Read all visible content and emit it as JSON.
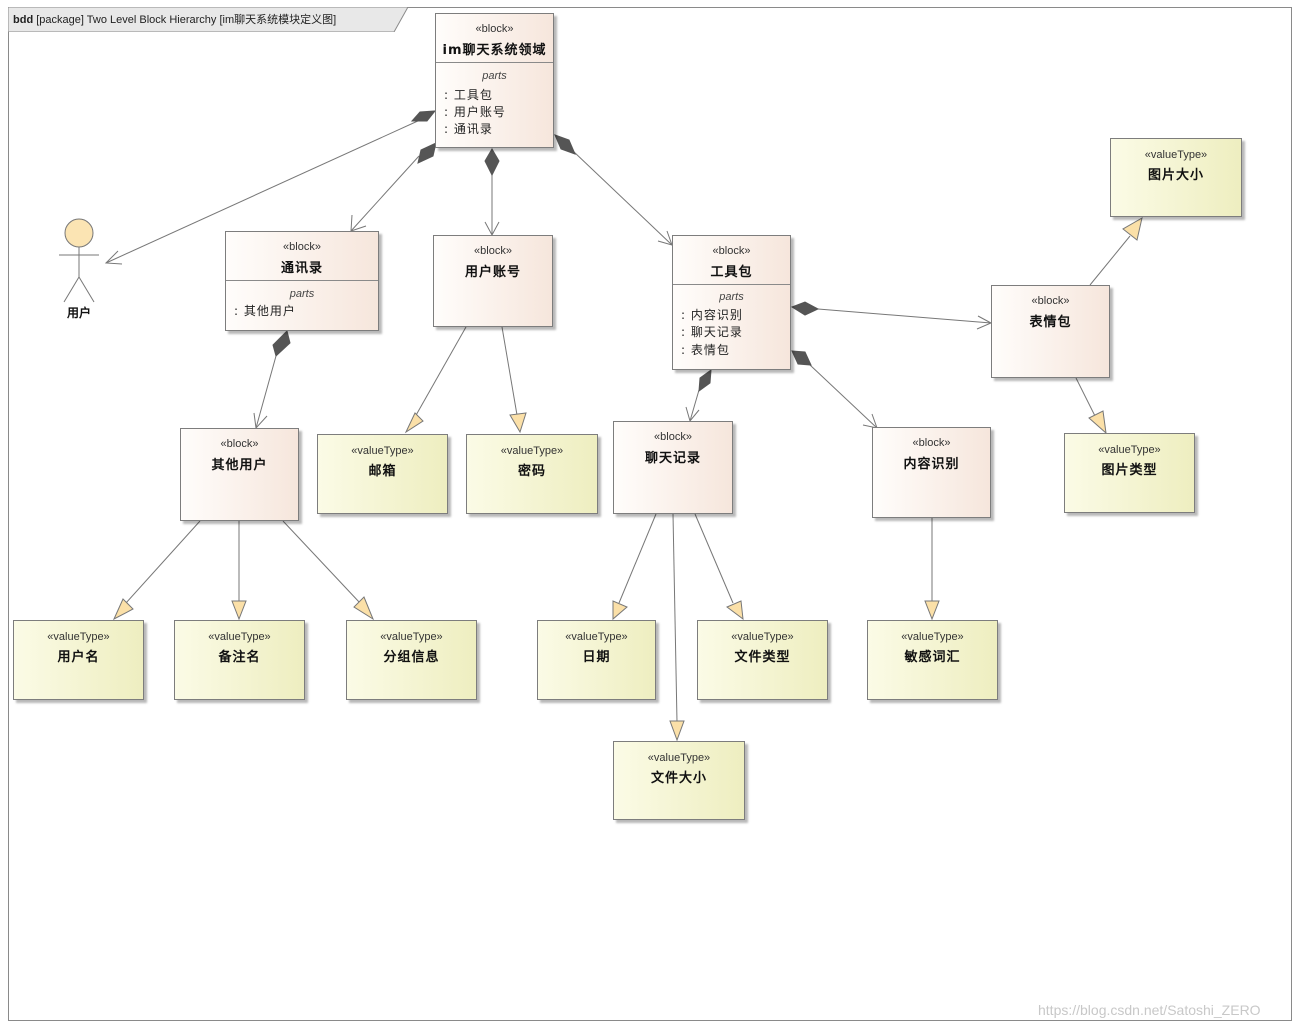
{
  "frame": {
    "kind": "bdd",
    "label": "[package] Two Level Block Hierarchy [im聊天系统模块定义图]"
  },
  "stereotypes": {
    "block": "«block»",
    "value_type": "«valueType»"
  },
  "parts_label": "parts",
  "actor": {
    "name": "用户"
  },
  "blocks": {
    "root": {
      "name": "im聊天系统领域",
      "parts": [
        ": 工具包",
        ": 用户账号",
        ": 通讯录"
      ]
    },
    "contacts": {
      "name": "通讯录",
      "parts": [
        ": 其他用户"
      ]
    },
    "account": {
      "name": "用户账号"
    },
    "toolkit": {
      "name": "工具包",
      "parts": [
        ": 内容识别",
        ": 聊天记录",
        ": 表情包"
      ]
    },
    "emoji": {
      "name": "表情包"
    },
    "other_users": {
      "name": "其他用户"
    },
    "chat_log": {
      "name": "聊天记录"
    },
    "content_recog": {
      "name": "内容识别"
    }
  },
  "value_types": {
    "image_size": "图片大小",
    "email": "邮箱",
    "password": "密码",
    "image_type": "图片类型",
    "username": "用户名",
    "remark": "备注名",
    "group_info": "分组信息",
    "date": "日期",
    "file_type": "文件类型",
    "sensitive_words": "敏感词汇",
    "file_size": "文件大小"
  },
  "watermark": "https://blog.csdn.net/Satoshi_ZERO",
  "colors": {
    "block_fill": "#f6e6dc",
    "value_fill": "#eeeec0",
    "actor_fill": "#fbe4b3",
    "triangle_fill": "#fbe0a8",
    "diamond_fill": "#555555"
  }
}
